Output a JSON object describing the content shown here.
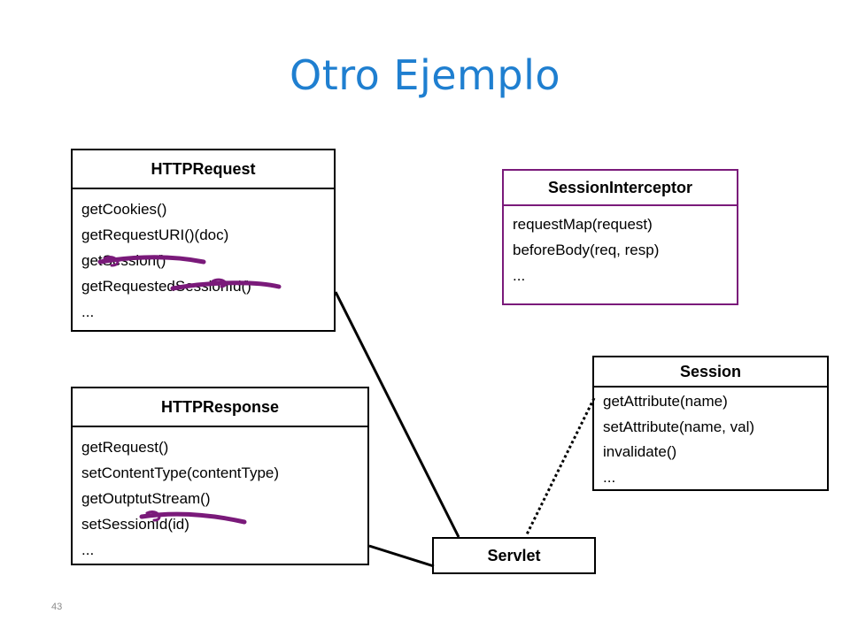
{
  "slide": {
    "title": "Otro Ejemplo",
    "page_number": "43"
  },
  "classes": {
    "http_request": {
      "name": "HTTPRequest",
      "methods": [
        "getCookies()",
        "getRequestURI()(doc)",
        "getSession()",
        "getRequestedSessionId()",
        "..."
      ]
    },
    "session_interceptor": {
      "name": "SessionInterceptor",
      "methods": [
        "requestMap(request)",
        "beforeBody(req, resp)",
        "..."
      ]
    },
    "session": {
      "name": "Session",
      "methods": [
        "getAttribute(name)",
        "setAttribute(name, val)",
        "invalidate()",
        "..."
      ]
    },
    "http_response": {
      "name": "HTTPResponse",
      "methods": [
        "getRequest()",
        "setContentType(contentType)",
        "getOutptutStream()",
        "setSessionId(id)",
        "..."
      ]
    },
    "servlet": {
      "name": "Servlet"
    }
  },
  "colors": {
    "title": "#1f7fd0",
    "strike": "#7a1a7a",
    "interceptor_border": "#7a1a7a"
  }
}
